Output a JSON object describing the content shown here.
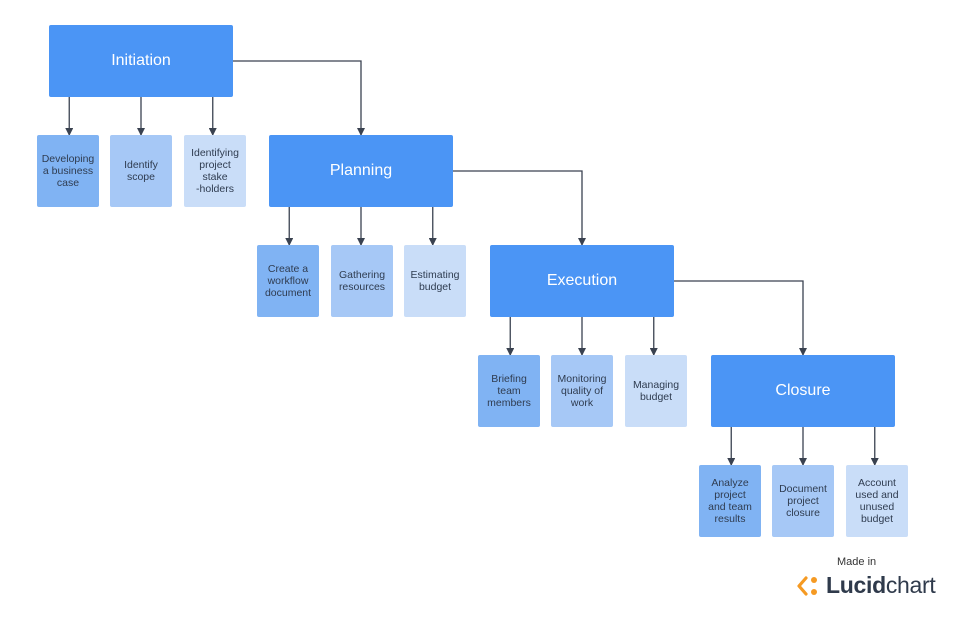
{
  "colors": {
    "phase": "#4b95f5",
    "task_dark": "#80b3f3",
    "task_mid": "#a6c8f6",
    "task_light": "#c9ddf8",
    "connector": "#3a4250",
    "logo_orange": "#f59a23"
  },
  "phases": [
    {
      "label": "Initiation",
      "tasks": [
        {
          "label": "Developing\na business\ncase",
          "shade": "dark"
        },
        {
          "label": "Identify\nscope",
          "shade": "mid"
        },
        {
          "label": "Identifying\nproject\nstake\n-holders",
          "shade": "light"
        }
      ]
    },
    {
      "label": "Planning",
      "tasks": [
        {
          "label": "Create a\nworkflow\ndocument",
          "shade": "dark"
        },
        {
          "label": "Gathering\nresources",
          "shade": "mid"
        },
        {
          "label": "Estimating\nbudget",
          "shade": "light"
        }
      ]
    },
    {
      "label": "Execution",
      "tasks": [
        {
          "label": "Briefing\nteam\nmembers",
          "shade": "dark"
        },
        {
          "label": "Monitoring\nquality of\nwork",
          "shade": "mid"
        },
        {
          "label": "Managing\nbudget",
          "shade": "light"
        }
      ]
    },
    {
      "label": "Closure",
      "tasks": [
        {
          "label": "Analyze\nproject\nand team\nresults",
          "shade": "dark"
        },
        {
          "label": "Document\nproject\nclosure",
          "shade": "mid"
        },
        {
          "label": "Account\nused and\nunused\nbudget",
          "shade": "light"
        }
      ]
    }
  ],
  "branding": {
    "made_in": "Made in",
    "logo_name": "lucidchart-logo-icon",
    "lucid": "Lucid",
    "chart": "chart"
  }
}
